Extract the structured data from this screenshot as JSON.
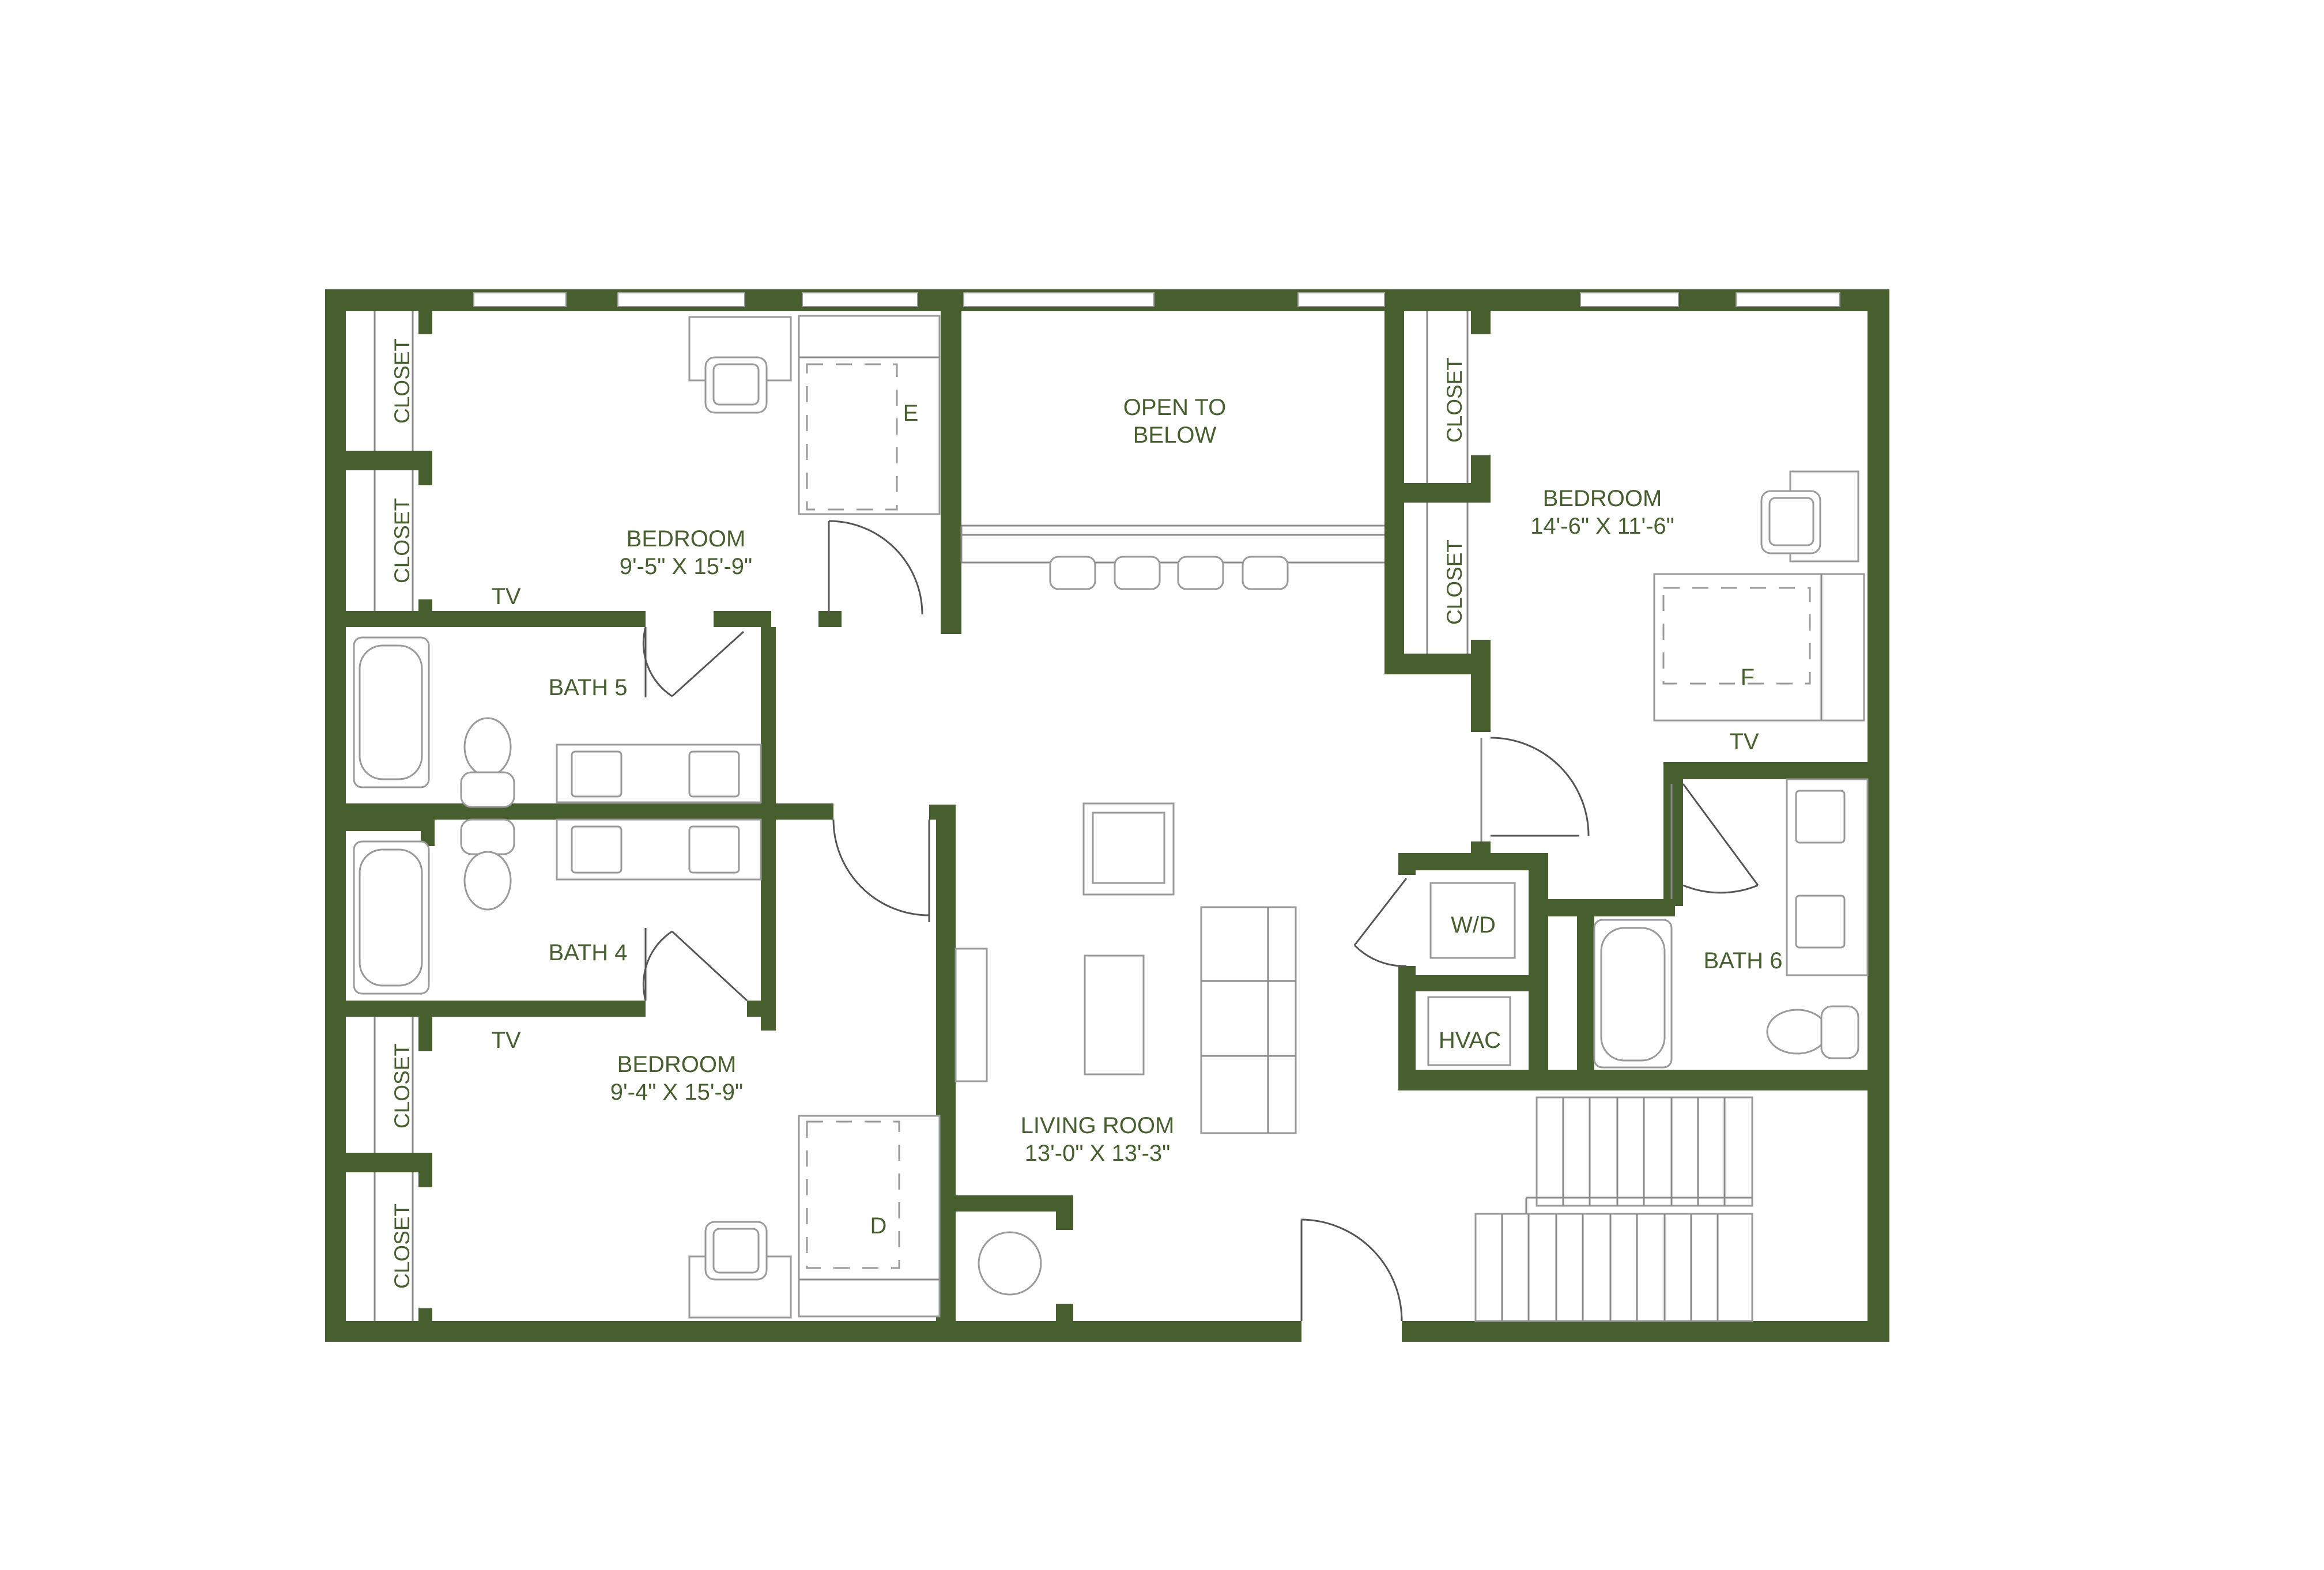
{
  "colors": {
    "wall": "#475E2F",
    "label": "#475E2F",
    "fixture_outline": "#9a9a9a",
    "background": "#ffffff"
  },
  "rooms": {
    "bedroom_e": {
      "name": "BEDROOM",
      "dims": "9'-5\" X 15'-9\"",
      "tag": "E",
      "tv": "TV"
    },
    "open_to_below": {
      "line1": "OPEN TO",
      "line2": "BELOW"
    },
    "bedroom_f": {
      "name": "BEDROOM",
      "dims": "14'-6\" X 11'-6\"",
      "tag": "F",
      "tv": "TV"
    },
    "bath_5": {
      "name": "BATH 5"
    },
    "bath_4": {
      "name": "BATH 4"
    },
    "bath_6": {
      "name": "BATH 6"
    },
    "bedroom_d": {
      "name": "BEDROOM",
      "dims": "9'-4\" X 15'-9\"",
      "tag": "D",
      "tv": "TV"
    },
    "living_room": {
      "name": "LIVING ROOM",
      "dims": "13'-0\" X 13'-3\""
    },
    "wd": {
      "name": "W/D"
    },
    "hvac": {
      "name": "HVAC"
    }
  },
  "closet_label": "CLOSET"
}
